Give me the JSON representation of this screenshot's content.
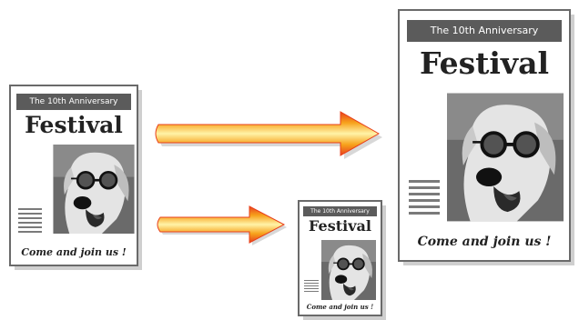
{
  "posters": {
    "original": {
      "banner": "The 10th Anniversary",
      "headline": "Festival",
      "tagline": "Come and join us !"
    },
    "enlarged": {
      "banner": "The 10th Anniversary",
      "headline": "Festival",
      "tagline": "Come and join us !"
    },
    "reduced": {
      "banner": "The 10th Anniversary",
      "headline": "Festival",
      "tagline": "Come and join us !"
    }
  },
  "colors": {
    "arrow_main": "#f7a21b",
    "arrow_light": "#fff3a8",
    "arrow_edge": "#e8401c",
    "banner": "#5b5b5b"
  },
  "icons": [
    "dog-with-glasses-photo",
    "right-arrow"
  ]
}
